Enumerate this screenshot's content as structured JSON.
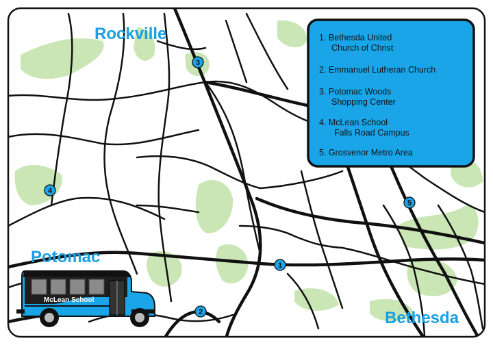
{
  "cities": {
    "rockville": "Rockville",
    "potomac": "Potomac",
    "bethesda": "Bethesda"
  },
  "markers": [
    "1",
    "2",
    "3",
    "4",
    "5"
  ],
  "legend": {
    "item1_line1": "1.  Bethesda United",
    "item1_line2": "Church of Christ",
    "item2": "2. Emmanuel Lutheran Church",
    "item3_line1": "3.  Potomac Woods",
    "item3_line2": "Shopping Center",
    "item4_line1": "4.  McLean School",
    "item4_line2": "Falls Road Campus",
    "item5": "5. Grosvenor Metro Area"
  },
  "bus": {
    "label": "McLean School"
  },
  "colors": {
    "park_green": "#c9e6b4",
    "road": "#111111",
    "accent_blue": "#1a9fe0",
    "legend_fill": "#1aa5e8"
  }
}
